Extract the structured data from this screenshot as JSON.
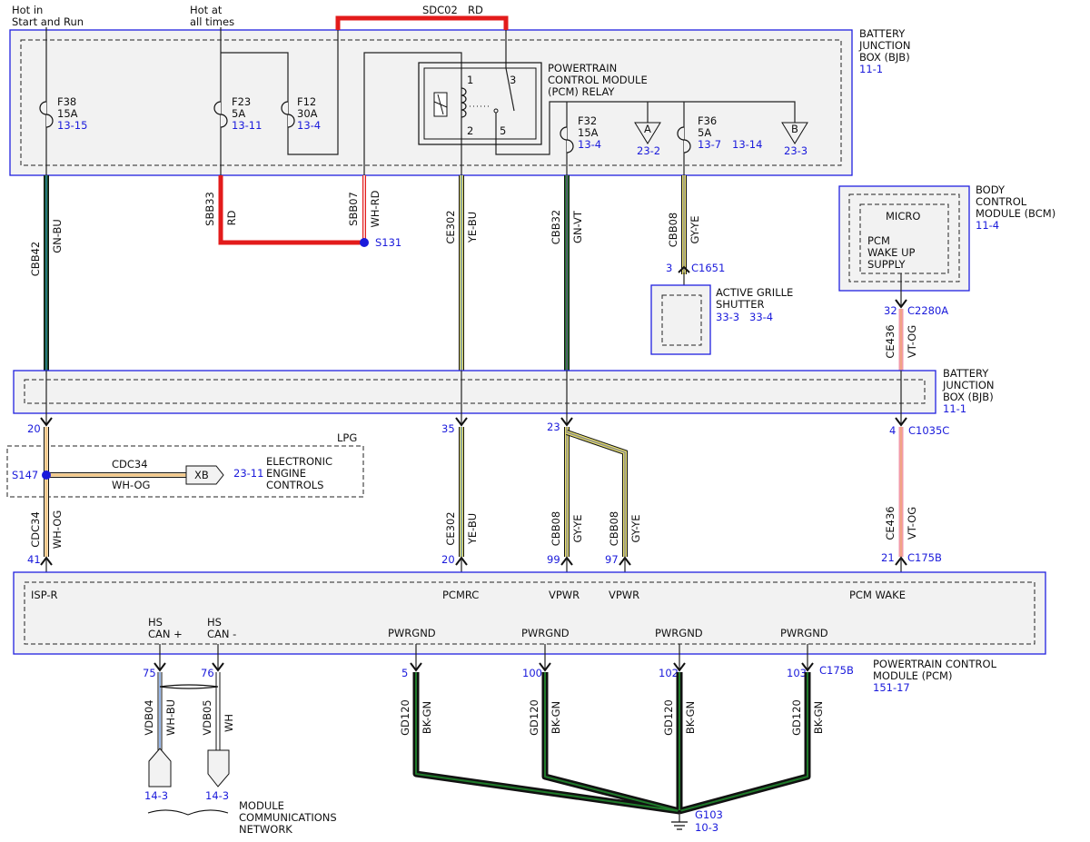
{
  "supplies": {
    "hot_run_1": "Hot in",
    "hot_run_2": "Start and Run",
    "hot_all_1": "Hot at",
    "hot_all_2": "all times"
  },
  "top_wire": {
    "circuit": "SDC02",
    "color": "RD"
  },
  "bjb_top": {
    "title": [
      "BATTERY",
      "JUNCTION",
      "BOX (BJB)"
    ],
    "ref": "11-1",
    "fuses": [
      {
        "name": "F38",
        "rating": "15A",
        "ref": "13-15"
      },
      {
        "name": "F23",
        "rating": "5A",
        "ref": "13-11"
      },
      {
        "name": "F12",
        "rating": "30A",
        "ref": "13-4"
      },
      {
        "name": "F32",
        "rating": "15A",
        "ref": "13-4"
      },
      {
        "name": "F36",
        "rating": "5A",
        "ref": "13-7",
        "ref2": "13-14"
      }
    ],
    "relay": {
      "title": [
        "POWERTRAIN",
        "CONTROL MODULE",
        "(PCM) RELAY"
      ],
      "pins": [
        "1",
        "2",
        "3",
        "5"
      ]
    },
    "offpage": [
      {
        "letter": "A",
        "ref": "23-2"
      },
      {
        "letter": "B",
        "ref": "23-3"
      }
    ]
  },
  "wires_upper": [
    {
      "circuit": "CBB42",
      "color": "GN-BU"
    },
    {
      "circuit": "SBB33",
      "color": "RD"
    },
    {
      "circuit": "SBB07",
      "color": "WH-RD"
    },
    {
      "circuit": "CE302",
      "color": "YE-BU"
    },
    {
      "circuit": "CBB32",
      "color": "GN-VT"
    },
    {
      "circuit": "CBB08",
      "color": "GY-YE"
    },
    {
      "circuit": "CE436",
      "color": "VT-OG"
    }
  ],
  "splice_s131": "S131",
  "grille": {
    "pin": "3",
    "connector": "C1651",
    "title": [
      "ACTIVE GRILLE",
      "SHUTTER"
    ],
    "ref1": "33-3",
    "ref2": "33-4"
  },
  "bcm": {
    "title": [
      "BODY",
      "CONTROL",
      "MODULE (BCM)"
    ],
    "ref": "11-4",
    "micro": "MICRO",
    "supply": [
      "PCM",
      "WAKE UP",
      "SUPPLY"
    ],
    "pin": "32",
    "connector": "C2280A"
  },
  "bjb_mid": {
    "title": [
      "BATTERY",
      "JUNCTION",
      "BOX (BJB)"
    ],
    "ref": "11-1",
    "pins": [
      "20",
      "35",
      "23",
      "4"
    ],
    "connector": "C1035C"
  },
  "lpg": {
    "label": "LPG",
    "splice": "S147",
    "circuit": "CDC34",
    "color": "WH-OG",
    "connector": "XB",
    "ref": "23-11",
    "target": [
      "ELECTRONIC",
      "ENGINE",
      "CONTROLS"
    ]
  },
  "wires_lower": [
    {
      "circuit": "CDC34",
      "color": "WH-OG"
    },
    {
      "circuit": "CE302",
      "color": "YE-BU"
    },
    {
      "circuit": "CBB08",
      "color": "GY-YE"
    },
    {
      "circuit": "CBB08",
      "color": "GY-YE"
    },
    {
      "circuit": "CE436",
      "color": "VT-OG"
    }
  ],
  "pcm": {
    "title": [
      "POWERTRAIN CONTROL",
      "MODULE (PCM)"
    ],
    "ref": "151-17",
    "connector": "C175B",
    "upper_pins": [
      "41",
      "20",
      "99",
      "97",
      "21"
    ],
    "signals": [
      "ISP-R",
      "PCMRC",
      "VPWR",
      "VPWR",
      "PCM WAKE"
    ],
    "can_hi": [
      "HS",
      "CAN +"
    ],
    "can_lo": [
      "HS",
      "CAN -"
    ],
    "pwrgnd": "PWRGND",
    "lower_pins": [
      "75",
      "76",
      "5",
      "100",
      "102",
      "103"
    ]
  },
  "network": {
    "wires": [
      {
        "circuit": "VDB04",
        "color": "WH-BU"
      },
      {
        "circuit": "VDB05",
        "color": "WH"
      }
    ],
    "ref": "14-3",
    "title": [
      "MODULE",
      "COMMUNICATIONS",
      "NETWORK"
    ]
  },
  "ground": {
    "circuit": "GD120",
    "color": "BK-GN",
    "name": "G103",
    "ref": "10-3"
  },
  "colors": {
    "box_border": "#2020e0",
    "label_blue": "#1a1adb",
    "red": "#e31b1b",
    "green": "#1f7a2a",
    "yellow": "#e8e06a",
    "gray": "#8c8c8c",
    "pink": "#f29aa8",
    "orange": "#f0b060"
  }
}
